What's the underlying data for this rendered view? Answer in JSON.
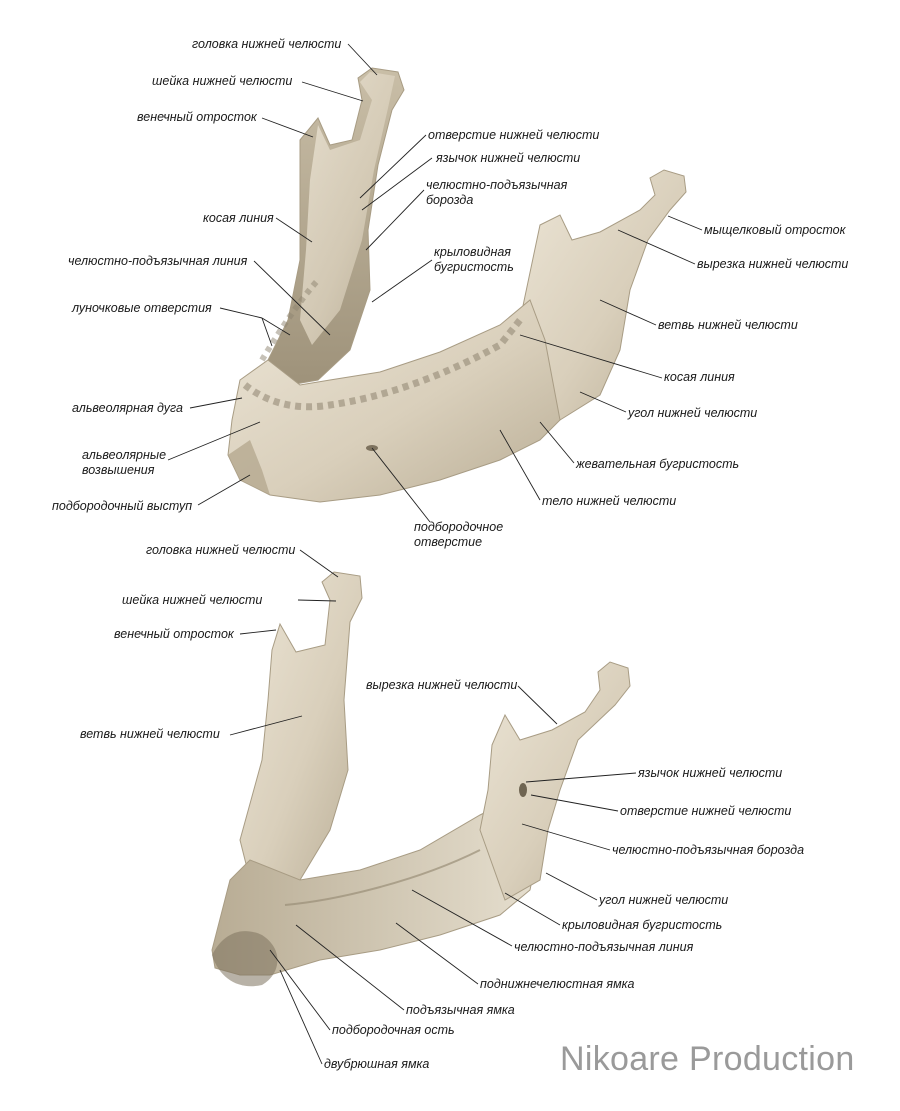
{
  "top_view": {
    "labels": {
      "condyle_head": "головка нижней челюсти",
      "neck": "шейка нижней челюсти",
      "coronoid": "венечный отросток",
      "foramen": "отверстие нижней челюсти",
      "lingula": "язычок нижней челюсти",
      "mylohyoid_groove_1": "челюстно-подъязычная",
      "mylohyoid_groove_2": "борозда",
      "oblique_line_left": "косая линия",
      "mylohyoid_line": "челюстно-подъязычная линия",
      "pterygoid_1": "крыловидная",
      "pterygoid_2": "бугристость",
      "alveolar_openings": "луночковые отверстия",
      "condylar_process": "мыщелковый отросток",
      "notch": "вырезка нижней челюсти",
      "ramus": "ветвь нижней челюсти",
      "oblique_line_right": "косая линия",
      "alveolar_arch": "альвеолярная дуга",
      "angle": "угол нижней челюсти",
      "alveolar_eminences_1": "альвеолярные",
      "alveolar_eminences_2": "возвышения",
      "masseteric": "жевательная бугристость",
      "mental_protuberance": "подбородочный выступ",
      "body": "тело нижней челюсти",
      "mental_foramen_1": "подбородочное",
      "mental_foramen_2": "отверстие"
    }
  },
  "bottom_view": {
    "labels": {
      "condyle_head": "головка нижней челюсти",
      "neck": "шейка нижней челюсти",
      "coronoid": "венечный отросток",
      "notch": "вырезка нижней челюсти",
      "ramus": "ветвь нижней челюсти",
      "lingula": "язычок нижней челюсти",
      "foramen": "отверстие нижней челюсти",
      "mylohyoid_groove": "челюстно-подъязычная борозда",
      "angle": "угол нижней челюсти",
      "pterygoid": "крыловидная бугристость",
      "mylohyoid_line": "челюстно-подъязычная линия",
      "submandibular_fossa": "поднижнечелюстная ямка",
      "sublingual_fossa": "подъязычная ямка",
      "mental_spine": "подбородочная ость",
      "digastric_fossa": "двубрюшная ямка"
    }
  },
  "watermark": "Nikoare Production",
  "colors": {
    "bone_light": "#e4dccb",
    "bone_mid": "#cfc4ad",
    "bone_dark": "#a89c84",
    "leader": "#222222"
  }
}
